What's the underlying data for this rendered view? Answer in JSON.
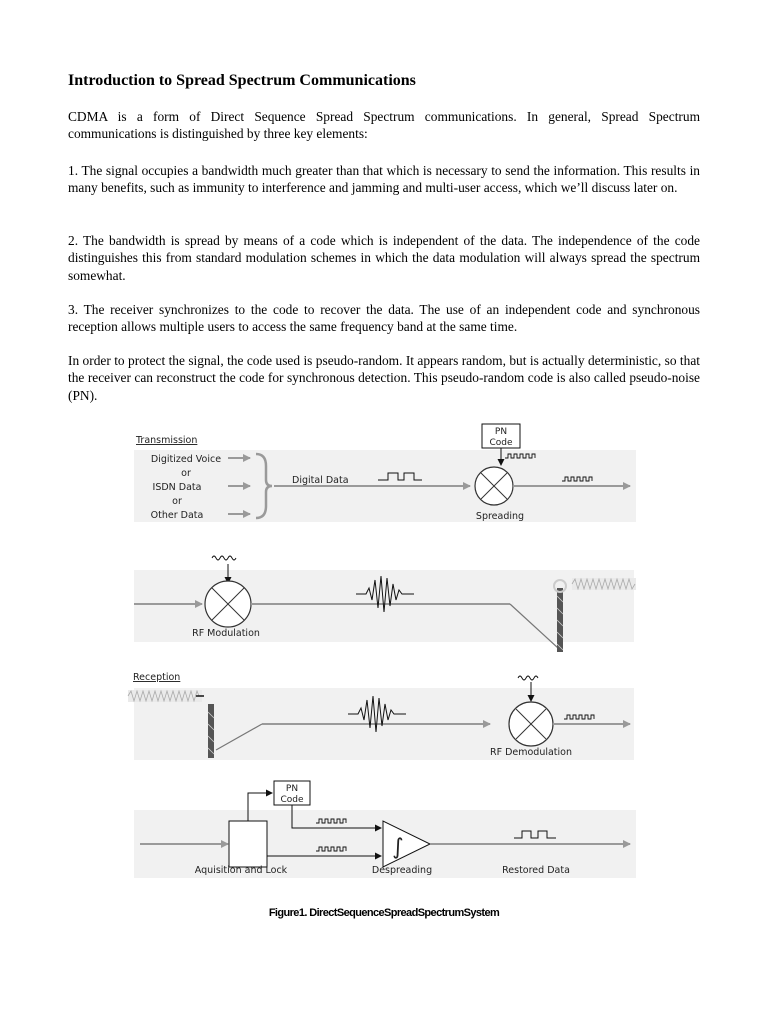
{
  "document": {
    "title": "Introduction to Spread Spectrum Communications",
    "paragraphs": [
      "CDMA is a form of Direct Sequence Spread Spectrum communications. In general, Spread Spectrum communications is distinguished by three key elements:",
      "1. The signal occupies a bandwidth much greater than that which is necessary to send the information. This results in many benefits, such as immunity to interference and jamming and multi-user access, which we’ll discuss later on.",
      "2. The bandwidth is spread by means of a code which is independent of the data. The independence of the code distinguishes this from standard modulation schemes in which the data modulation will always spread the spectrum somewhat.",
      "3. The receiver synchronizes to the code to recover the data. The use of an independent code and synchronous reception allows multiple users to access the same frequency band at the same time.",
      "In order to protect the signal, the code used is pseudo-random. It appears random, but is actually deterministic, so that the receiver can reconstruct the code for synchronous detection. This pseudo-random code is also called pseudo-noise (PN)."
    ]
  },
  "figure": {
    "transmission_label": "Transmission",
    "inputs": [
      "Digitized Voice",
      "or",
      "ISDN Data",
      "or",
      "Other Data"
    ],
    "digital_data_label": "Digital Data",
    "pn_code_line1": "PN",
    "pn_code_line2": "Code",
    "spreading_label": "Spreading",
    "rf_modulation_label": "RF Modulation",
    "reception_label": "Reception",
    "rf_demodulation_label": "RF Demodulation",
    "acquisition_label": "Aquisition and Lock",
    "despreading_label": "Despreading",
    "restored_data_label": "Restored Data",
    "integral_symbol": "∫",
    "caption": "Figure1. DirectSequenceSpreadSpectrumSystem"
  }
}
